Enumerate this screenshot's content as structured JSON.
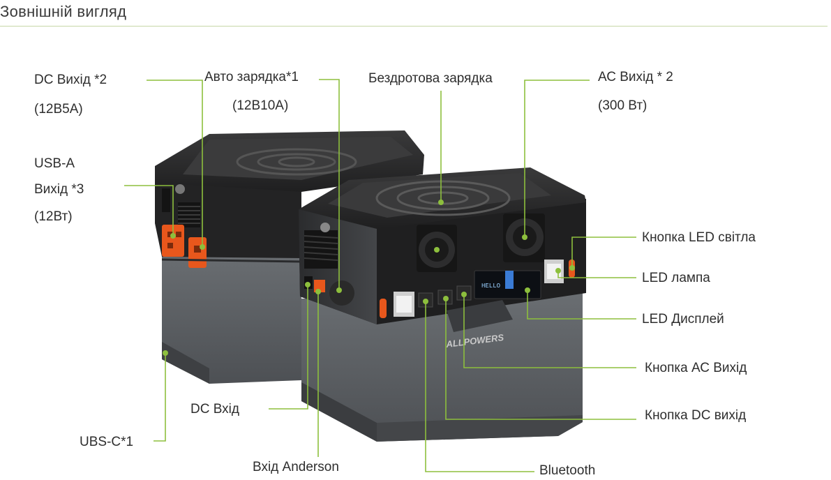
{
  "header": {
    "title": "Зовнішній вигляд"
  },
  "product": {
    "brand": "ALLPOWERS",
    "display_text": "HELLO"
  },
  "labels": {
    "dc_out": {
      "line1": "DC Вихід *2",
      "line2": "(12В5А)"
    },
    "car_charge": {
      "line1": "Авто зарядка*1",
      "line2": "(12В10А)"
    },
    "wireless": {
      "line1": "Бездротова зарядка"
    },
    "ac_out": {
      "line1": "АС Вихід * 2",
      "line2": "(300 Вт)"
    },
    "usb_a": {
      "line1": "USB-A",
      "line2": "Вихід *3",
      "line3": "(12Вт)"
    },
    "led_btn": {
      "line1": "Кнопка LED світла"
    },
    "led_lamp": {
      "line1": "LED лампа"
    },
    "led_display": {
      "line1": "LED Дисплей"
    },
    "ac_btn": {
      "line1": "Кнопка АС Вихід"
    },
    "dc_in": {
      "line1": "DC Вхід"
    },
    "dc_btn": {
      "line1": "Кнопка DC вихід"
    },
    "usb_c": {
      "line1": "UBS-C*1"
    },
    "anderson": {
      "line1": "Вхід Anderson"
    },
    "bluetooth": {
      "line1": "Bluetooth"
    }
  },
  "colors": {
    "callout": "#8dbf3d",
    "accent": "#e8571c",
    "body_top": "#2a2a2b",
    "body_bottom": "#5e6266"
  }
}
